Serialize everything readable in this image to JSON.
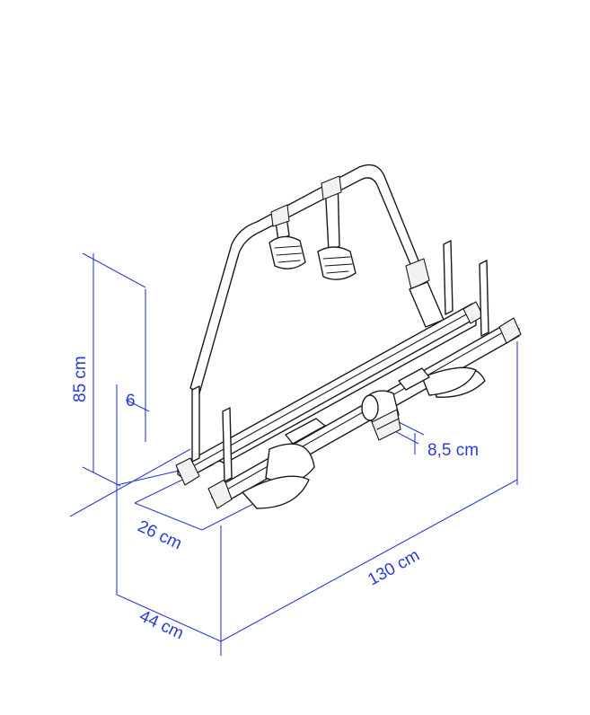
{
  "diagram": {
    "dimension_labels": {
      "height": "85 cm",
      "offset": "6",
      "tube": "8,5 cm",
      "rail_spacing": "26 cm",
      "width": "130 cm",
      "depth": "44 cm"
    },
    "colors": {
      "dimension_lines": "#2b3bd6",
      "drawing": "#1a1a1a",
      "background": "#ffffff"
    }
  }
}
